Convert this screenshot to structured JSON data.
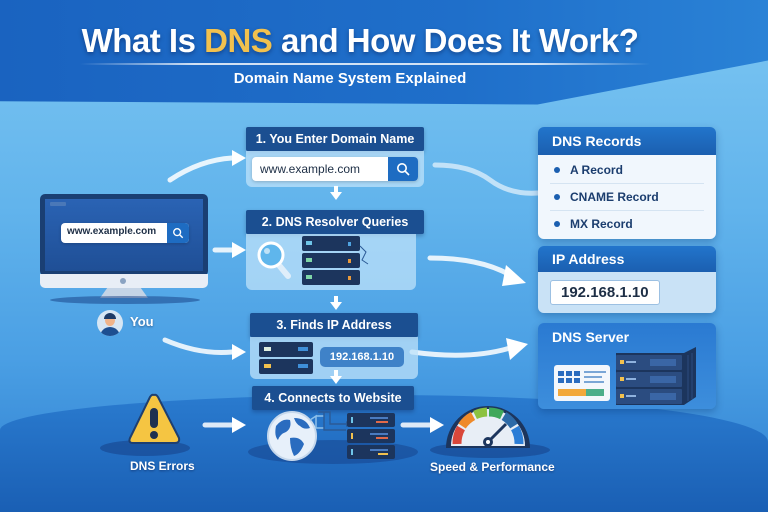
{
  "header": {
    "title_pre": "What Is ",
    "title_highlight": "DNS",
    "title_post": " and How Does It Work?",
    "subtitle": "Domain Name System Explained"
  },
  "user": {
    "browser_url": "www.example.com",
    "label": "You"
  },
  "steps": [
    {
      "label": "1. You Enter Domain Name",
      "input_value": "www.example.com"
    },
    {
      "label": "2. DNS Resolver Queries"
    },
    {
      "label": "3. Finds IP Address",
      "ip": "192.168.1.10"
    },
    {
      "label": "4. Connects to Website"
    }
  ],
  "dns_records": {
    "title": "DNS Records",
    "items": [
      "A Record",
      "CNAME Record",
      "MX Record"
    ]
  },
  "ip_address": {
    "title": "IP Address",
    "value": "192.168.1.10"
  },
  "dns_server": {
    "title": "DNS Server"
  },
  "bottom": {
    "errors_label": "DNS Errors",
    "speed_label": "Speed & Performance"
  },
  "colors": {
    "highlight": "#f2c14e",
    "header_navy": "#1b4f91",
    "accent_blue": "#1e6cc2"
  }
}
